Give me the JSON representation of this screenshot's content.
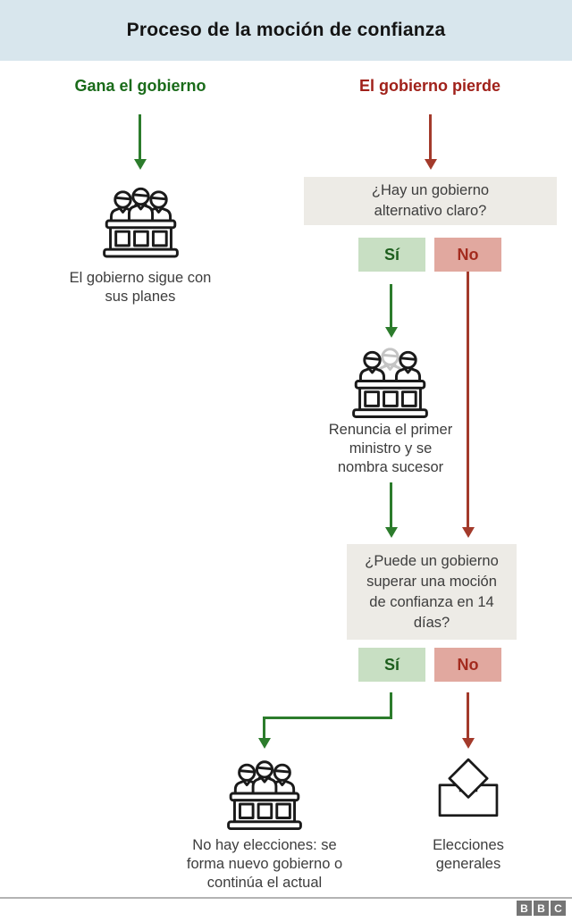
{
  "colors": {
    "header_bg": "#d8e6ed",
    "title_text": "#141414",
    "green_text": "#1a6b1a",
    "green_arrow": "#2c7c2c",
    "red_text": "#a0211a",
    "red_arrow": "#a33a2b",
    "yes_bg": "#c8dfc3",
    "yes_text": "#1d5e1d",
    "no_bg": "#e1a89f",
    "no_text": "#a32b1e",
    "question_bg": "#edebe6",
    "body_text": "#3d3d3d",
    "icon_stroke": "#1a1a1a",
    "icon_faded": "#c4c4c4",
    "divider": "#b3b3b3",
    "bbc_bg": "#757575",
    "bbc_text": "#ffffff"
  },
  "header": {
    "title": "Proceso de la moción de confianza"
  },
  "branches": {
    "win_label": "Gana el gobierno",
    "lose_label": "El gobierno pierde"
  },
  "flow": {
    "gov_continues": "El gobierno sigue con\nsus planes",
    "question1": "¿Hay un gobierno\nalternativo claro?",
    "question1_yes": "Sí",
    "question1_no": "No",
    "pm_resigns": "Renuncia el primer\nministro y se\nnombra sucesor",
    "question2": "¿Puede un gobierno\nsuperar una moción\nde confianza en 14\ndías?",
    "question2_yes": "Sí",
    "question2_no": "No",
    "no_elections": "No hay elecciones: se\nforma nuevo gobierno o\ncontinúa el actual",
    "general_elections": "Elecciones\ngenerales"
  },
  "footer": {
    "logo_letters": [
      "B",
      "B",
      "C"
    ]
  }
}
